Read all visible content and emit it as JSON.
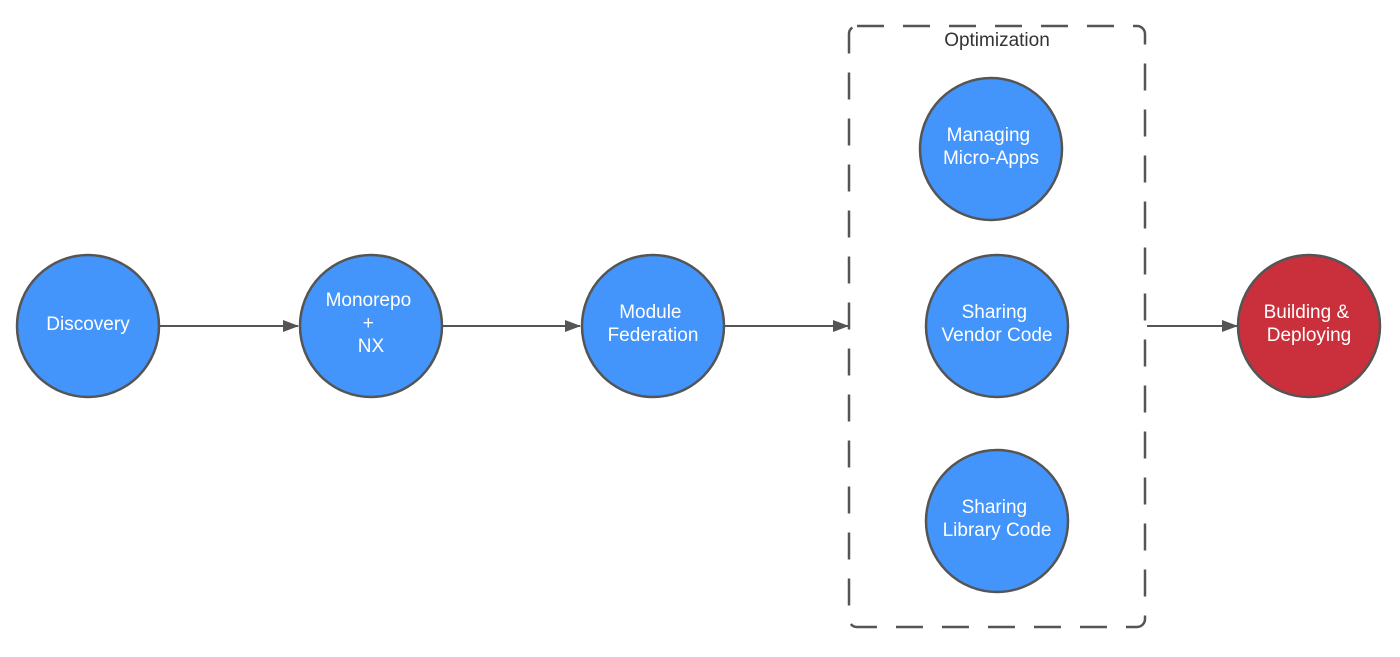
{
  "colors": {
    "node_blue": "#4394fb",
    "node_red": "#c9303b",
    "node_stroke": "#555555",
    "edge": "#555555",
    "group_border": "#555555",
    "node_text": "#ffffff",
    "group_text": "#333333"
  },
  "group": {
    "label": "Optimization"
  },
  "nodes": {
    "discovery": {
      "lines": [
        "Discovery"
      ],
      "color": "node_blue"
    },
    "monorepo": {
      "lines": [
        "Monorepo",
        "+",
        "NX"
      ],
      "color": "node_blue"
    },
    "module_federation": {
      "lines": [
        "Module",
        "Federation"
      ],
      "color": "node_blue"
    },
    "managing": {
      "lines": [
        "Managing",
        "Micro-Apps"
      ],
      "color": "node_blue"
    },
    "vendor": {
      "lines": [
        "Sharing",
        "Vendor Code"
      ],
      "color": "node_blue"
    },
    "library": {
      "lines": [
        "Sharing",
        "Library Code"
      ],
      "color": "node_blue"
    },
    "building": {
      "lines": [
        "Building &",
        "Deploying"
      ],
      "color": "node_red"
    }
  },
  "edges": [
    {
      "from": "discovery",
      "to": "monorepo"
    },
    {
      "from": "monorepo",
      "to": "module_federation"
    },
    {
      "from": "module_federation",
      "to": "optimization_group"
    },
    {
      "from": "optimization_group",
      "to": "building"
    }
  ]
}
